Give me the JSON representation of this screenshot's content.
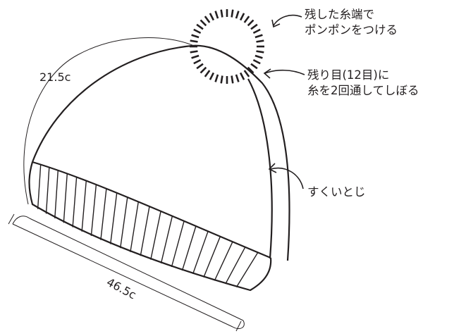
{
  "annotations": {
    "pompom": [
      "残した糸端で",
      "ポンポンをつける"
    ],
    "gather": [
      "残り目(12目)に",
      "糸を2回通してしぼる"
    ],
    "seam": [
      "すくいとじ"
    ]
  },
  "measurements": {
    "height": "21.5c",
    "circumference": "46.5c"
  },
  "colors": {
    "line": "#231f20",
    "background": "#ffffff"
  }
}
